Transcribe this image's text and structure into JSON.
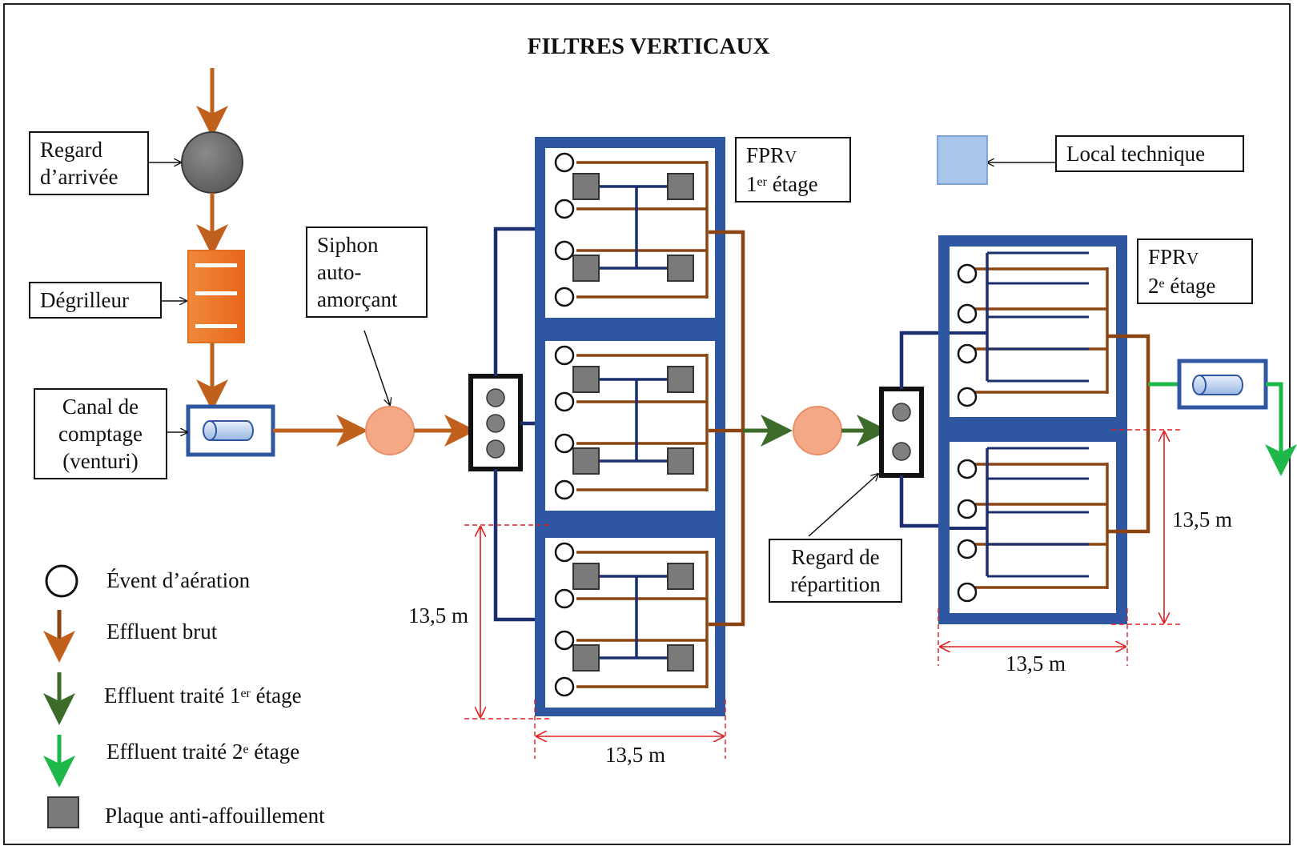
{
  "title": "FILTRES VERTICAUX",
  "labels": {
    "regard_arrivee": [
      "Regard",
      "d’arrivée"
    ],
    "degrilleur": "Dégrilleur",
    "canal_comptage": [
      "Canal de",
      "comptage",
      "(venturi)"
    ],
    "siphon": [
      "Siphon",
      "auto-",
      "amorçant"
    ],
    "fprv1": {
      "line1_main": "FPR",
      "line1_sub": "V",
      "line2_num": "1",
      "line2_sup": "er",
      "line2_rest": " étage"
    },
    "fprv2": {
      "line1_main": "FPR",
      "line1_sub": "V",
      "line2_num": "2",
      "line2_sup": "e",
      "line2_rest": " étage"
    },
    "local_technique": "Local technique",
    "regard_repartition": [
      "Regard de",
      "répartition"
    ]
  },
  "dimensions": {
    "stage1_height": "13,5 m",
    "stage1_width": "13,5 m",
    "stage2_height": "13,5 m",
    "stage2_width": "13,5 m"
  },
  "legend": [
    {
      "icon": "vent-circle-icon",
      "text": "Évent d’aération"
    },
    {
      "icon": "brown-arrow-icon",
      "text": "Effluent brut"
    },
    {
      "icon": "darkgreen-arrow-icon",
      "text_main": "Effluent traité 1",
      "text_sup": "er",
      "text_rest": " étage"
    },
    {
      "icon": "green-arrow-icon",
      "text_main": "Effluent traité 2",
      "text_sup": "e",
      "text_rest": " étage"
    },
    {
      "icon": "grey-square-icon",
      "text": "Plaque anti-affouillement"
    }
  ],
  "colors": {
    "raw_effluent": "#c0601c",
    "raw_pipe": "#8b4513",
    "treated_1": "#3d6b2a",
    "treated_2": "#1db84a",
    "filter_border": "#2f56a0",
    "feed_pipe": "#1b2f6e",
    "dimension": "#e02020"
  }
}
